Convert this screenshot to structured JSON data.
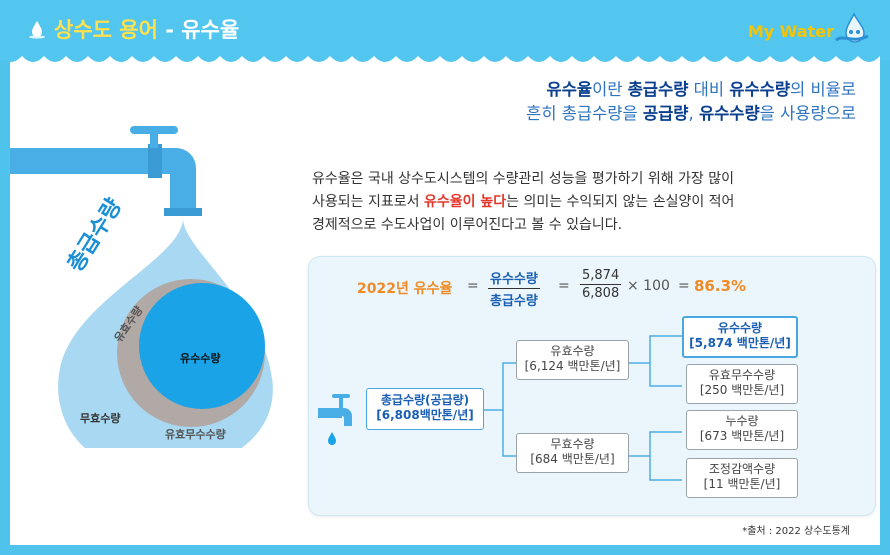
{
  "header": {
    "title_prefix": "상수도 용어",
    "title_sep": " - ",
    "title_main": "유수율",
    "logo_text": "My Water"
  },
  "headline": {
    "l1_b1": "유수율",
    "l1_t1": "이란 ",
    "l1_b2": "총급수량",
    "l1_t2": " 대비 ",
    "l1_b3": "유수수량",
    "l1_t3": "의 비율로",
    "l2_t1": "흔히 총급수량을 ",
    "l2_b1": "공급량",
    "l2_t2": ", ",
    "l2_b2": "유수수량",
    "l2_t3": "을 사용량으로"
  },
  "description": {
    "p1": "유수율은 국내 상수도시스템의 수량관리 성능을 평가하기 위해 가장 많이",
    "p2a": "사용되는 지표로서 ",
    "p2b": "유수율이 높다",
    "p2c": "는 의미는 수익되지 않는 손실양이 적어",
    "p3": "경제적으로 수도사업이 이루어진다고 볼 수 있습니다."
  },
  "equation": {
    "label": "2022년 유수율",
    "eq1": "=",
    "num_label": "유수수량",
    "den_label": "총급수량",
    "eq2": "=",
    "num_value": "5,874",
    "den_value": "6,808",
    "times": "× 100",
    "eq3": "=",
    "result": "86.3%"
  },
  "tree": {
    "root": {
      "name": "총급수량(공급량)",
      "value": "[6,808백만톤/년]"
    },
    "effective": {
      "name": "유효수량",
      "value": "[6,124 백만톤/년]"
    },
    "ineffective": {
      "name": "무효수량",
      "value": "[684 백만톤/년]"
    },
    "revenue": {
      "name": "유수수량",
      "value": "[5,874 백만톤/년]"
    },
    "nonrevenue": {
      "name": "유효무수수량",
      "value": "[250 백만톤/년]"
    },
    "leak": {
      "name": "누수량",
      "value": "[673 백만톤/년]"
    },
    "adjust": {
      "name": "조정감액수량",
      "value": "[11 백만톤/년]"
    }
  },
  "drop_labels": {
    "total": "총급수량",
    "effective": "유효수량",
    "revenue": "유수수량",
    "ineffective": "무효수량",
    "nonrevenue": "유효무수수량"
  },
  "source": "*출처 : 2022 상수도통계",
  "colors": {
    "background": "#4fc3ec",
    "accent_yellow": "#ffe04d",
    "drop_outer": "#a8d8f2",
    "drop_middle": "#b0a9a6",
    "drop_inner": "#1ba3e8",
    "faucet": "#4aaee6",
    "result_orange": "#f08a24",
    "highlight_red": "#e2382b"
  }
}
